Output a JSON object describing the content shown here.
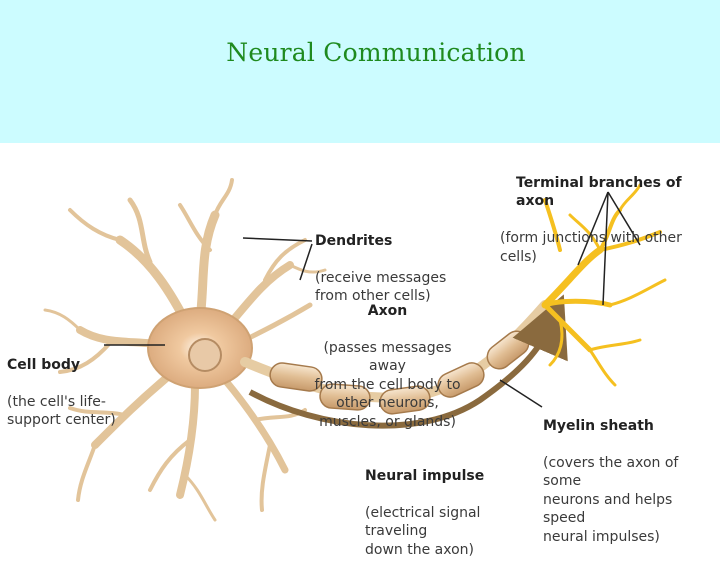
{
  "title": "Neural Communication",
  "labels": {
    "terminal": {
      "heading": "Terminal branches of axon",
      "desc": "(form junctions with other cells)"
    },
    "dendrites": {
      "heading": "Dendrites",
      "desc": "(receive messages\nfrom other cells)"
    },
    "axon": {
      "heading": "Axon",
      "desc": "(passes messages away\nfrom the cell body to\nother neurons,\nmuscles, or glands)"
    },
    "cell_body": {
      "heading": "Cell body",
      "desc": "(the cell's life-\nsupport center)"
    },
    "myelin": {
      "heading": "Myelin sheath",
      "desc": "(covers the axon of some\nneurons and helps speed\nneural impulses)"
    },
    "impulse": {
      "heading": "Neural impulse",
      "desc": "(electrical signal traveling\ndown the axon)"
    }
  },
  "colors": {
    "title_band": "#ccfcff",
    "title_text": "#1f8a1f",
    "neuron": "#e9cfa5",
    "myelin": "#e3c29c",
    "terminal": "#f5c020",
    "impulse_arrow": "#8a6a3e"
  }
}
